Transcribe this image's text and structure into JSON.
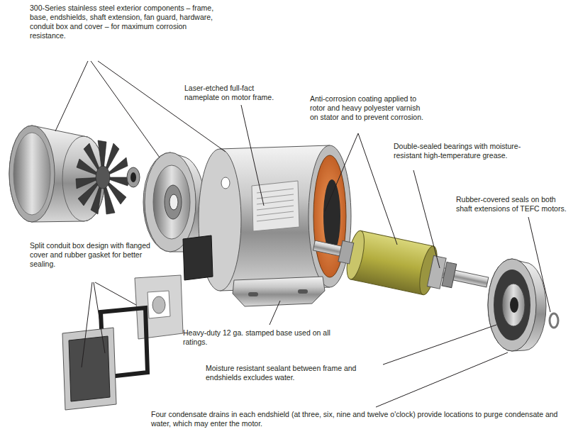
{
  "diagram": {
    "labels": [
      "300-Series stainless steel exterior components – frame, base, endshields, shaft extension, fan guard, hardware, conduit box and cover – for maximum corrosion resistance.",
      "Laser-etched full-fact nameplate on motor frame.",
      "Anti-corrosion coating applied to rotor and heavy polyester varnish on stator and to prevent corrosion.",
      "Double-sealed bearings with moisture-resistant high-temperature grease.",
      "Rubber-covered seals on both shaft extensions of TEFC motors.",
      "Split conduit box design with flanged cover and rubber gasket for better sealing.",
      "Heavy-duty 12 ga. stamped base used on all ratings.",
      "Moisture resistant sealant between frame and endshields excludes water.",
      "Four condensate drains in each endshield (at three, six, nine and twelve o'clock) provide locations to purge condensate and water, which may enter the motor."
    ]
  }
}
